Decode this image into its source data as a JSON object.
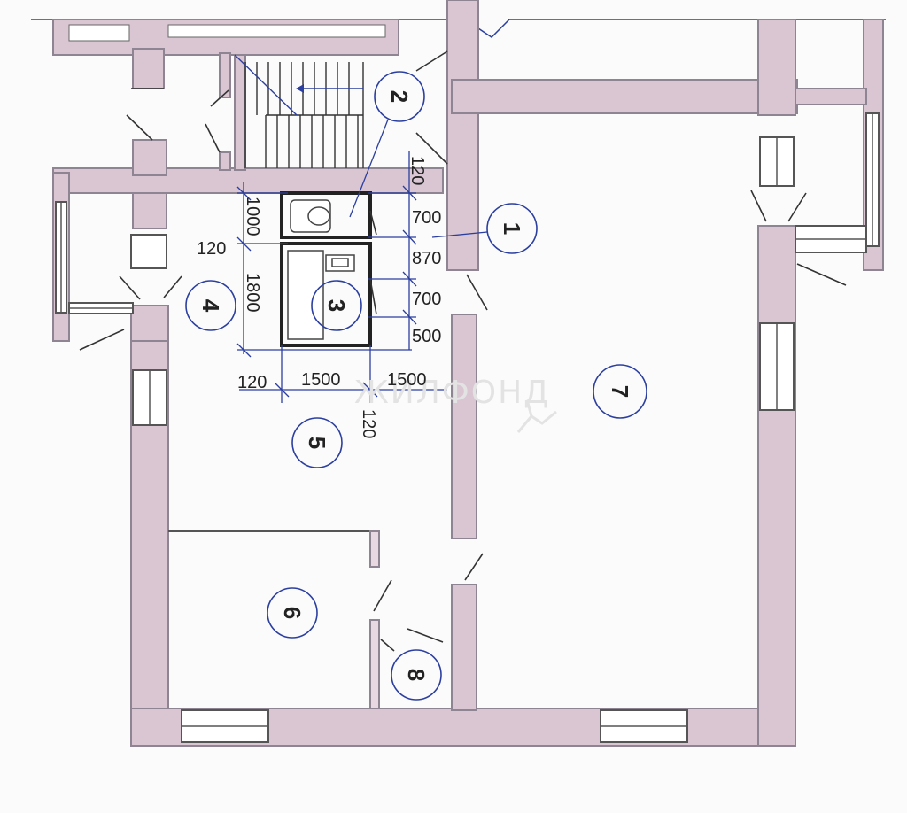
{
  "rooms": [
    {
      "number": "1"
    },
    {
      "number": "2"
    },
    {
      "number": "3"
    },
    {
      "number": "4"
    },
    {
      "number": "5"
    },
    {
      "number": "6"
    },
    {
      "number": "7"
    },
    {
      "number": "8"
    }
  ],
  "dimensions": {
    "vertical_right": [
      "120",
      "700",
      "870",
      "700",
      "500"
    ],
    "vertical_left": [
      "1000",
      "1800"
    ],
    "left_small": "120",
    "bottom": [
      "120",
      "1500",
      "1500"
    ],
    "bottom_rotated": "120"
  },
  "watermark": "ЖИЛФОНД"
}
